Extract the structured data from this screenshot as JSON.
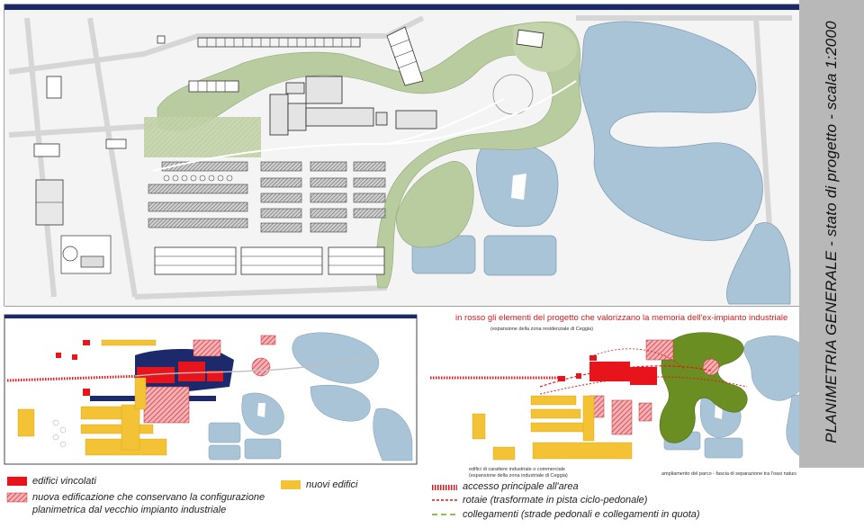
{
  "title": "PLANIMETRIA GENERALE - stato di progetto - scala 1:2000",
  "right_map_heading": "in rosso gli elementi del progetto che valorizzano la memoria dell'ex-impianto industriale",
  "map_labels": {
    "residential_expansion": "(espansione della zona residenziale di Ceggia)",
    "industrial_buildings_line1": "edifici di carattere industriale o commerciale",
    "industrial_buildings_line2": "(espansione della zona industriale di Ceggia)",
    "park_expansion": "ampliamento del parco - fascia di separazione tra l'oasi naturalistica e la nuova edificazione"
  },
  "legend": {
    "protected_buildings": "edifici vincolati",
    "new_construction_line1": "nuova edificazione che conservano la configurazione",
    "new_construction_line2": "planimetrica dal vecchio impianto industriale",
    "new_buildings": "nuovi edifici",
    "main_access": "accesso principale all'area",
    "railways": "rotaie (trasformate in pista ciclo-pedonale)",
    "connections": "collegamenti (strade pedonali e collegamenti in quota)"
  },
  "colors": {
    "water": "#a9c4d6",
    "green_area": "#b9cca0",
    "green_dark": "#6b8e23",
    "protected_red": "#e8141c",
    "new_yellow": "#f3c335",
    "hatch_red": "#d9363e",
    "navy": "#1c2a6b",
    "title_band": "#b8b8b8"
  }
}
